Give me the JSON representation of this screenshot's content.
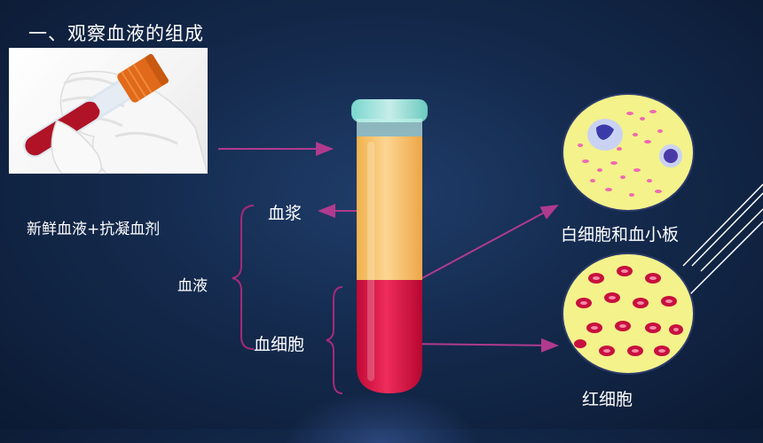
{
  "slide": {
    "title": "一、观察血液的组成"
  },
  "labels": {
    "fresh_blood": "新鲜血液+抗凝血剂",
    "plasma": "血浆",
    "blood": "血液",
    "blood_cells": "血细胞",
    "wbc_platelets": "白细胞和血小板",
    "rbc": "红细胞"
  },
  "colors": {
    "background": "#142a4d",
    "plasma": "#f5c46a",
    "cells": "#d8103f",
    "arrow": "#b03a8e",
    "bracket": "#a62a7a",
    "circle_fill": "#f4f28a"
  },
  "icons": {
    "photo": "blood-sample-tube-photo",
    "tube": "test-tube-diagram",
    "wbc_circle": "white-blood-cell-microscope-icon",
    "rbc_circle": "red-blood-cell-microscope-icon"
  }
}
